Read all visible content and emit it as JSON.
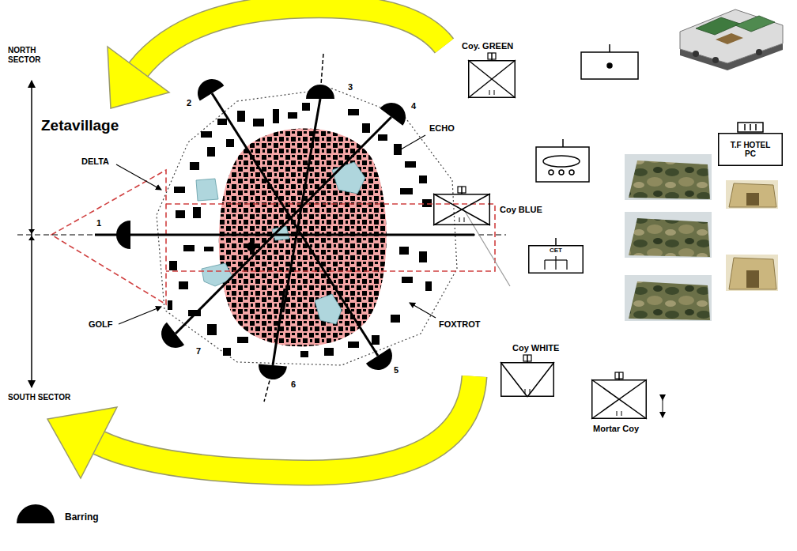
{
  "diagram": {
    "nodes": [
      {
        "text": [
          "Coy. GREEN"
        ]
      },
      {
        "text": [
          "T.F HOTEL PC"
        ]
      },
      {
        "text": [
          "Coy BLUE"
        ]
      },
      {
        "text": [
          "CET"
        ]
      },
      {
        "text": [
          "Coy WHITE"
        ]
      },
      {
        "text": [
          "Mortar Coy"
        ]
      }
    ],
    "labels": [
      "NORTH SECTOR",
      "2",
      "3",
      "4",
      "Zetavillage",
      "DELTA",
      "ECHO",
      "1",
      "GOLF",
      "FOXTROT",
      "7",
      "6",
      "5",
      "SOUTH SECTOR"
    ],
    "legend": [
      {
        "text": "Barring"
      }
    ]
  }
}
